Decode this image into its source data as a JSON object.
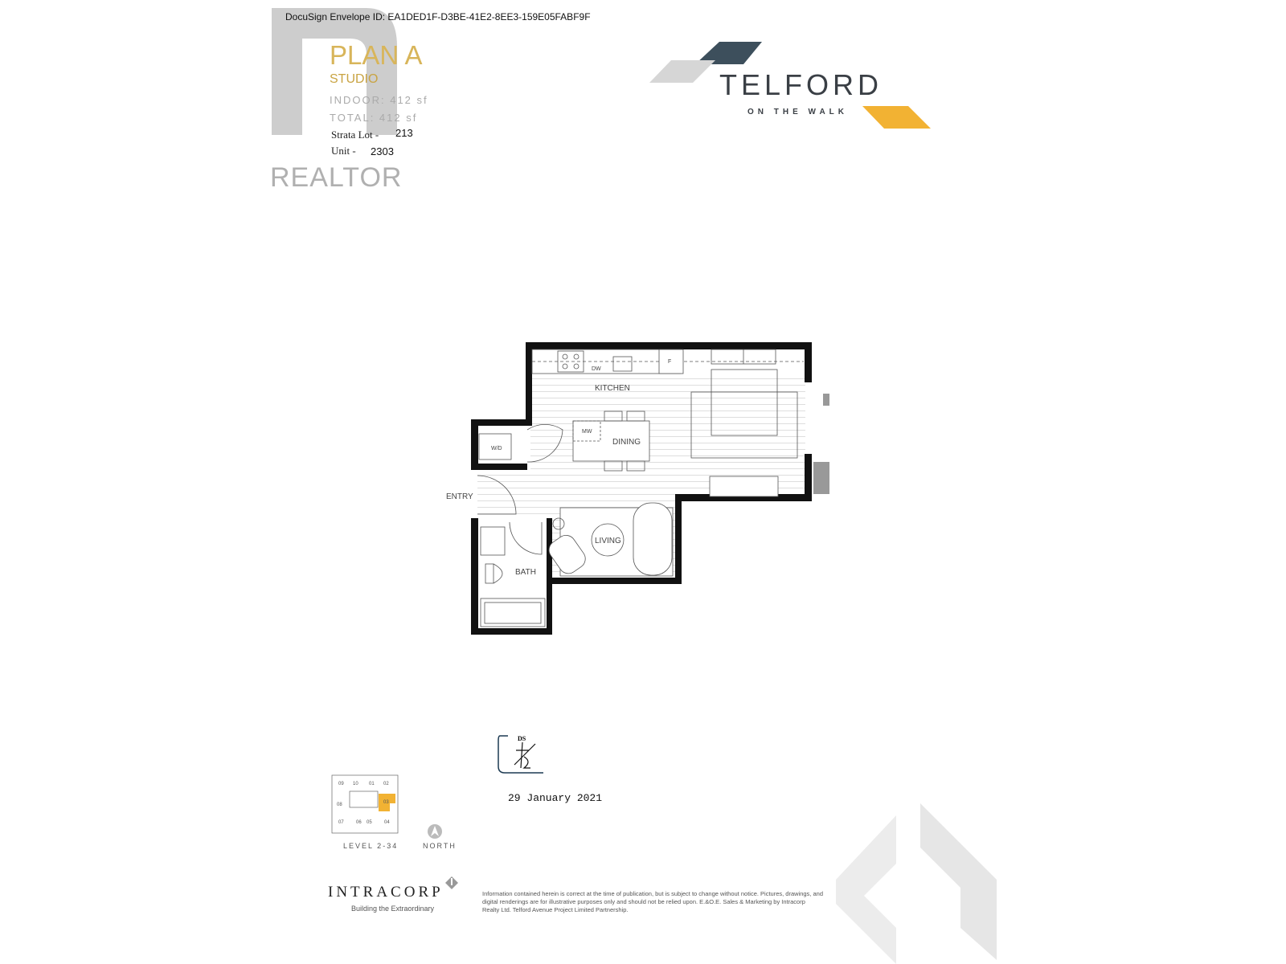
{
  "envelope": "DocuSign Envelope ID: EA1DED1F-D3BE-41E2-8EE3-159E05FABF9F",
  "plan": {
    "title": "PLAN A",
    "type": "STUDIO",
    "indoor": "INDOOR: 412 sf",
    "total": "TOTAL: 412 sf",
    "strata_label": "Strata Lot -",
    "strata_value": "213",
    "unit_label": "Unit -",
    "unit_value": "2303"
  },
  "realtor_watermark": "REALTOR",
  "brand": {
    "name": "TELFORD",
    "sub": "ON THE WALK",
    "colors": {
      "slate": "#3d4f5c",
      "grey": "#d6d6d6",
      "yellow": "#f2b233"
    }
  },
  "rooms": {
    "kitchen": "KITCHEN",
    "dining": "DINING",
    "living": "LIVING",
    "bath": "BATH",
    "entry": "ENTRY",
    "wd": "W/D",
    "mw": "MW",
    "dw": "DW",
    "fridge": "F"
  },
  "keyplan": {
    "units": [
      "09",
      "10",
      "01",
      "02",
      "08",
      "03",
      "07",
      "06",
      "05",
      "04"
    ],
    "highlight": "03",
    "level": "LEVEL 2-34",
    "north": "NORTH"
  },
  "signature": {
    "tag": "DS",
    "date": "29 January 2021"
  },
  "footer": {
    "company": "INTRACORP",
    "tagline": "Building the Extraordinary",
    "disclaimer": "Information contained herein is correct at the time of publication, but is subject to change without notice. Pictures, drawings, and digital renderings are for illustrative purposes only and should not be relied upon. E.&O.E. Sales & Marketing by Intracorp Realty Ltd. Telford Avenue Project Limited Partnership."
  }
}
